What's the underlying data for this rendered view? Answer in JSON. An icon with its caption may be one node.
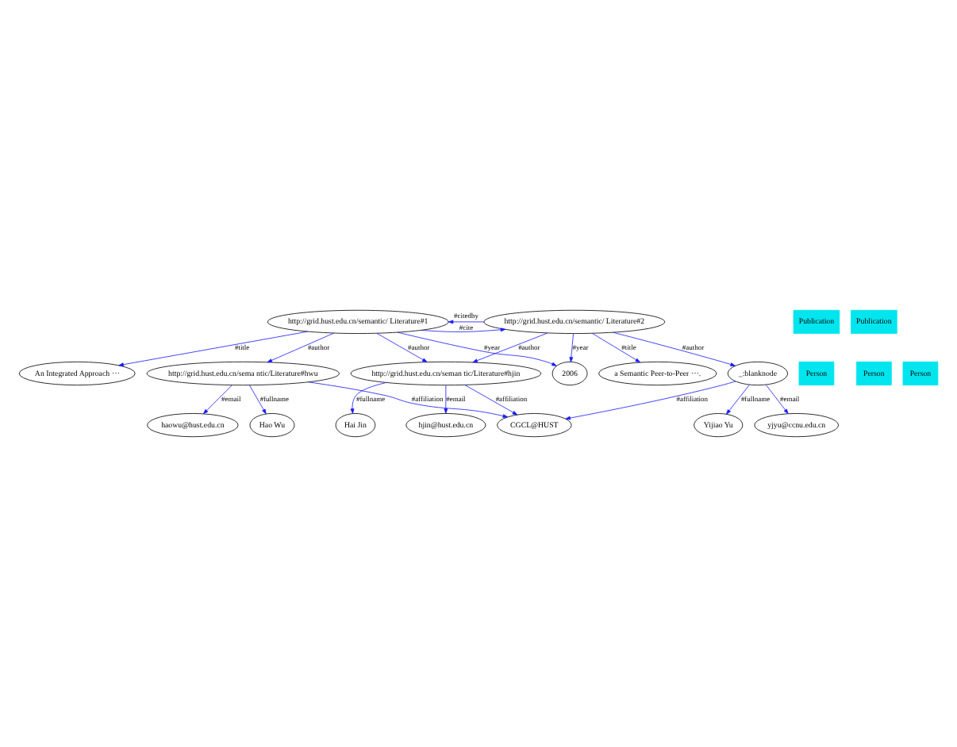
{
  "diagram": {
    "nodes": [
      {
        "text": [
          "An Integrated Approach ⋯"
        ]
      },
      {
        "text": [
          "2006"
        ]
      },
      {
        "text": [
          "a Semantic Peer-to-Peer ⋯."
        ]
      },
      {
        "text": [
          "Publication"
        ]
      },
      {
        "text": [
          "http://grid.hust.edu.cn/semantic/ Literature#1"
        ]
      },
      {
        "text": [
          "http://grid.hust.edu.cn/semantic/ Literature#2"
        ]
      },
      {
        "text": [
          "Publication"
        ]
      },
      {
        "text": [
          "Person"
        ]
      },
      {
        "text": [
          "Person"
        ]
      },
      {
        "text": [
          "http://grid.hust.edu.cn/seman tic/Literature#hjin"
        ]
      },
      {
        "text": [
          "http://grid.hust.edu.cn/sema ntic/Literature#hwu"
        ]
      },
      {
        "text": [
          "Person"
        ]
      },
      {
        "text": [
          "_:blanknode"
        ]
      },
      {
        "text": [
          "Hai Jin"
        ]
      },
      {
        "text": [
          "hjin@hust.edu.cn"
        ]
      },
      {
        "text": [
          "Hao Wu"
        ]
      },
      {
        "text": [
          "Yijiao Yu"
        ]
      },
      {
        "text": [
          "haowu@hust.edu.cn"
        ]
      },
      {
        "text": [
          "CGCL@HUST"
        ]
      },
      {
        "text": [
          "yjyu@ccnu.edu.cn"
        ]
      }
    ],
    "edges": [
      {
        "from": 4,
        "to": 0,
        "arrow": "to",
        "label": "#title"
      },
      {
        "from": 4,
        "to": 1,
        "arrow": "to",
        "label": "#year"
      },
      {
        "from": 5,
        "to": 1,
        "arrow": "to",
        "label": "#year"
      },
      {
        "from": 5,
        "to": 2,
        "arrow": "to",
        "label": "#title"
      },
      {
        "from": 5,
        "to": 4,
        "arrow": "to",
        "label": "#citedby"
      },
      {
        "from": 4,
        "to": 5,
        "arrow": "to",
        "label": "#cite"
      },
      {
        "from": 4,
        "to": 10,
        "arrow": "to",
        "label": "#author"
      },
      {
        "from": 4,
        "to": 9,
        "arrow": "to",
        "label": "#author"
      },
      {
        "from": 5,
        "to": 9,
        "arrow": "to",
        "label": "#author"
      },
      {
        "from": 5,
        "to": 12,
        "arrow": "to",
        "label": "#author"
      },
      {
        "from": 9,
        "to": 13,
        "arrow": "to",
        "label": "#fullname"
      },
      {
        "from": 9,
        "to": 18,
        "arrow": "to",
        "label": "#affiliation"
      },
      {
        "from": 9,
        "to": 14,
        "arrow": "to",
        "label": "#email"
      },
      {
        "from": 10,
        "to": 15,
        "arrow": "to",
        "label": "#fullname"
      },
      {
        "from": 10,
        "to": 17,
        "arrow": "to",
        "label": "#email"
      },
      {
        "from": 10,
        "to": 18,
        "arrow": "to",
        "label": "#affiliation"
      },
      {
        "from": 12,
        "to": 18,
        "arrow": "to",
        "label": "#affiliation"
      },
      {
        "from": 12,
        "to": 19,
        "arrow": "to",
        "label": "#email"
      },
      {
        "from": 12,
        "to": 16,
        "arrow": "to",
        "label": "#fullname"
      }
    ]
  }
}
